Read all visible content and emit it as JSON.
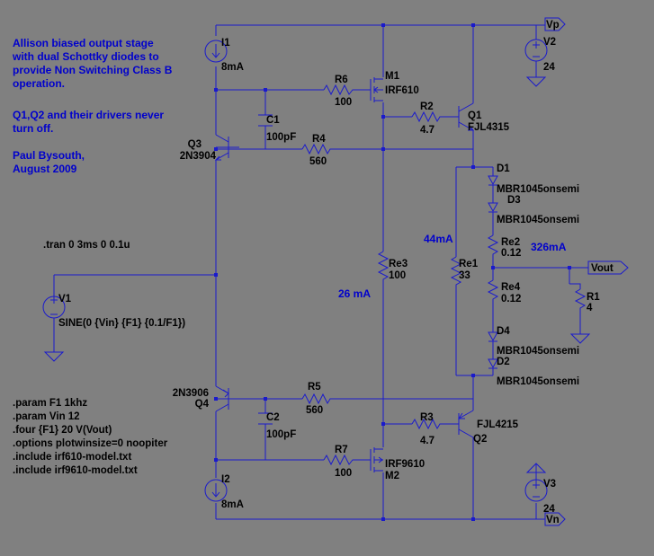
{
  "comment": [
    "Allison biased output stage",
    "with dual Schottky diodes to",
    "provide Non Switching Class B",
    "operation.",
    "",
    "Q1,Q2 and their drivers never",
    "turn off.",
    "",
    "Paul Bysouth,",
    "August 2009"
  ],
  "directives": {
    "tran": ".tran 0 3ms 0 0.1u",
    "lines": [
      ".param  F1  1khz",
      ".param  Vin  12",
      ".four  {F1}  20  V(Vout)",
      ".options  plotwinsize=0  noopiter",
      ".include irf610-model.txt",
      ".include irf9610-model.txt"
    ]
  },
  "currents": {
    "i_center": "26 mA",
    "i_re1": "44mA",
    "i_out": "326mA"
  },
  "nets": {
    "vp": "Vp",
    "vn": "Vn",
    "vout": "Vout"
  },
  "parts": {
    "I1": {
      "name": "I1",
      "value": "8mA"
    },
    "I2": {
      "name": "I2",
      "value": "8mA"
    },
    "V1": {
      "name": "V1",
      "value": "SINE(0 {Vin} {F1} {0.1/F1})"
    },
    "V2": {
      "name": "V2",
      "value": "24"
    },
    "V3": {
      "name": "V3",
      "value": "24"
    },
    "M1": {
      "name": "M1",
      "value": "IRF610"
    },
    "M2": {
      "name": "M2",
      "value": "IRF9610"
    },
    "Q1": {
      "name": "Q1",
      "value": "FJL4315"
    },
    "Q2": {
      "name": "Q2",
      "value": "FJL4215"
    },
    "Q3": {
      "name": "Q3",
      "value": "2N3904"
    },
    "Q4": {
      "name": "Q4",
      "value": "2N3906"
    },
    "R2": {
      "name": "R2",
      "value": "4.7"
    },
    "R3": {
      "name": "R3",
      "value": "4.7"
    },
    "R4": {
      "name": "R4",
      "value": "560"
    },
    "R5": {
      "name": "R5",
      "value": "560"
    },
    "R6": {
      "name": "R6",
      "value": "100"
    },
    "R7": {
      "name": "R7",
      "value": "100"
    },
    "C1": {
      "name": "C1",
      "value": "100pF"
    },
    "C2": {
      "name": "C2",
      "value": "100pF"
    },
    "Re1": {
      "name": "Re1",
      "value": "33"
    },
    "Re2": {
      "name": "Re2",
      "value": "0.12"
    },
    "Re3": {
      "name": "Re3",
      "value": "100"
    },
    "Re4": {
      "name": "Re4",
      "value": "0.12"
    },
    "R1": {
      "name": "R1",
      "value": "4"
    },
    "D1": {
      "name": "D1",
      "value": "MBR1045onsemi"
    },
    "D2": {
      "name": "D2",
      "value": "MBR1045onsemi"
    },
    "D3": {
      "name": "D3",
      "value": "MBR1045onsemi"
    },
    "D4": {
      "name": "D4",
      "value": "MBR1045onsemi"
    }
  }
}
